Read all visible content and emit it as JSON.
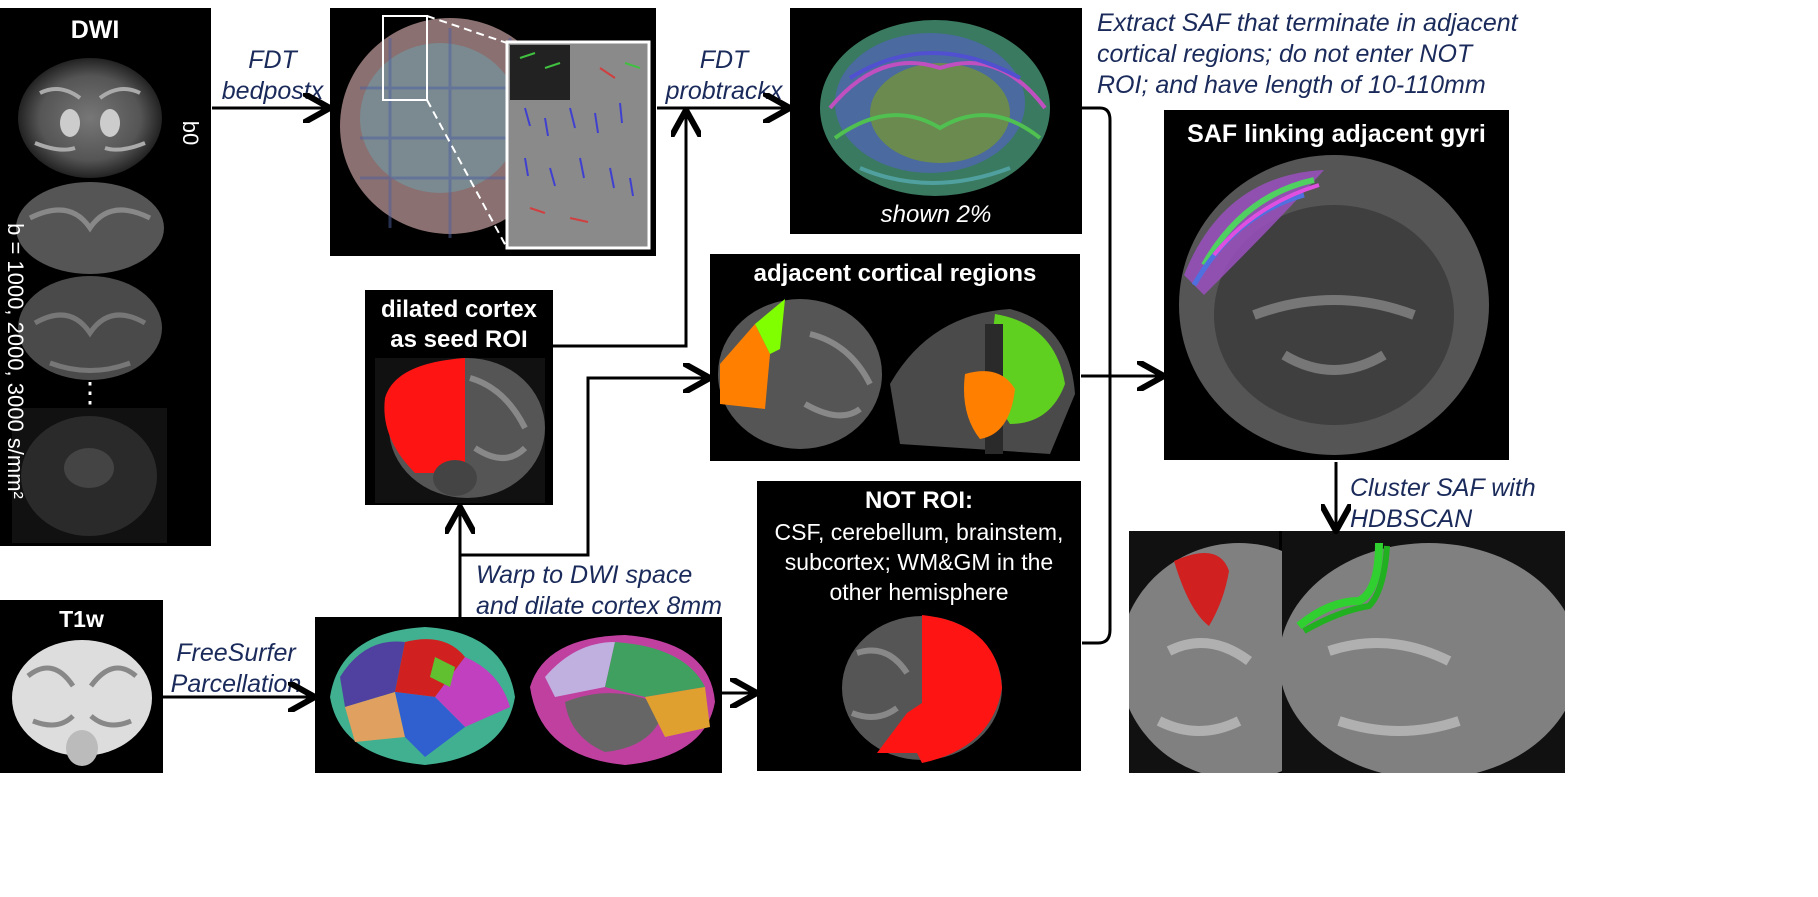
{
  "dwi": {
    "title": "DWI",
    "b0_label": "b0",
    "bvals_label": "b = 1000, 2000, 3000 s/mm²",
    "ellipsis": "⋮"
  },
  "t1w": {
    "title": "T1w"
  },
  "steps": {
    "bedpostx": [
      "FDT",
      "bedpostx"
    ],
    "probtrackx": [
      "FDT",
      "probtrackx"
    ],
    "freesurfer": [
      "FreeSurfer",
      "Parcellation"
    ],
    "warp": [
      "Warp to DWI space",
      "and dilate cortex 8mm"
    ],
    "extract": [
      "Extract SAF that terminate in adjacent",
      "cortical regions; do not enter NOT",
      "ROI; and have length of 10-110mm"
    ],
    "cluster": [
      "Cluster SAF with",
      "HDBSCAN"
    ]
  },
  "panels": {
    "tracts_caption": "shown 2%",
    "dilated": [
      "dilated cortex",
      "as seed ROI"
    ],
    "adjacent": "adjacent cortical regions",
    "not_roi_title": "NOT ROI:",
    "not_roi_desc": [
      "CSF, cerebellum, brainstem,",
      "subcortex; WM&GM in the",
      "other hemisphere"
    ],
    "saf": "SAF linking adjacent gyri"
  },
  "colors": {
    "label_blue": "#1a2a5a",
    "roi_red": "#ff1414",
    "roi_orange": "#ff8000",
    "roi_green": "#80ff00"
  }
}
